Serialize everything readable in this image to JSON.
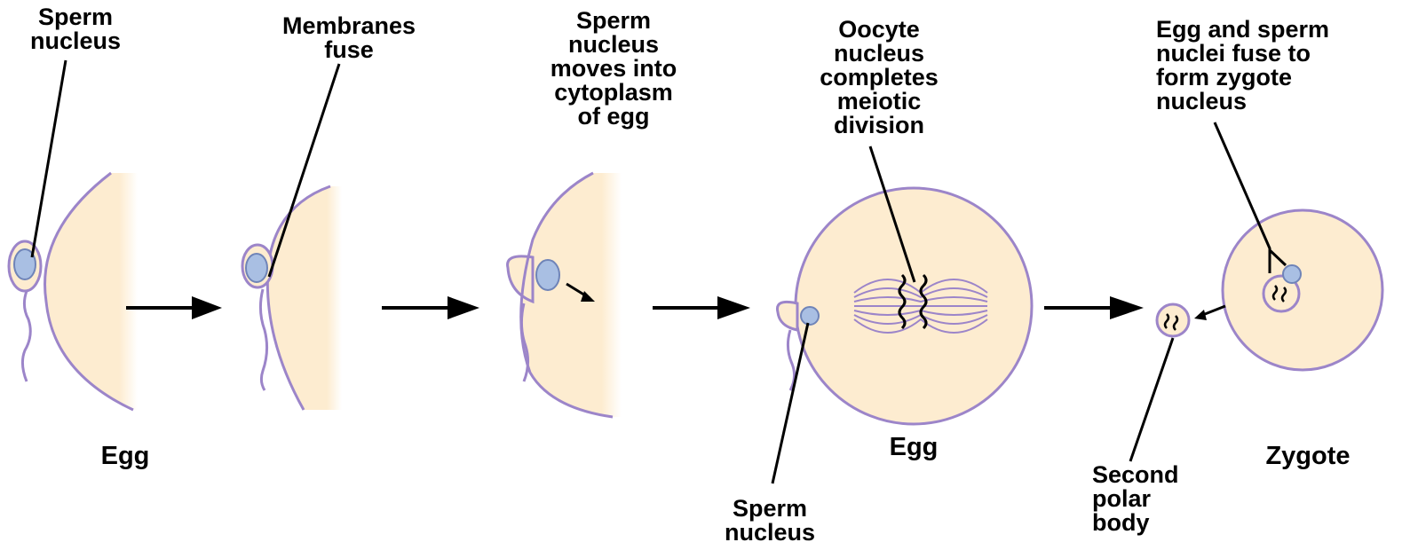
{
  "labels": {
    "stage1_callout": "Sperm\nnucleus",
    "stage1_caption": "Egg",
    "stage2_callout": "Membranes\nfuse",
    "stage3_callout": "Sperm\nnucleus\nmoves into\ncytoplasm\nof egg",
    "stage4_callout": "Oocyte\nnucleus\ncompletes\nmeiotic\ndivision",
    "stage4_caption": "Egg",
    "stage4_bottom_callout": "Sperm\nnucleus",
    "stage5_callout": "Egg and sperm\nnuclei fuse to\nform zygote\nnucleus",
    "stage5_polar_callout": "Second\npolar\nbody",
    "stage5_caption": "Zygote"
  },
  "colors": {
    "cytoplasm": "#fdecd0",
    "membrane": "#9c85c9",
    "sperm_nucleus": "#a9bfe3",
    "line": "#000000"
  }
}
